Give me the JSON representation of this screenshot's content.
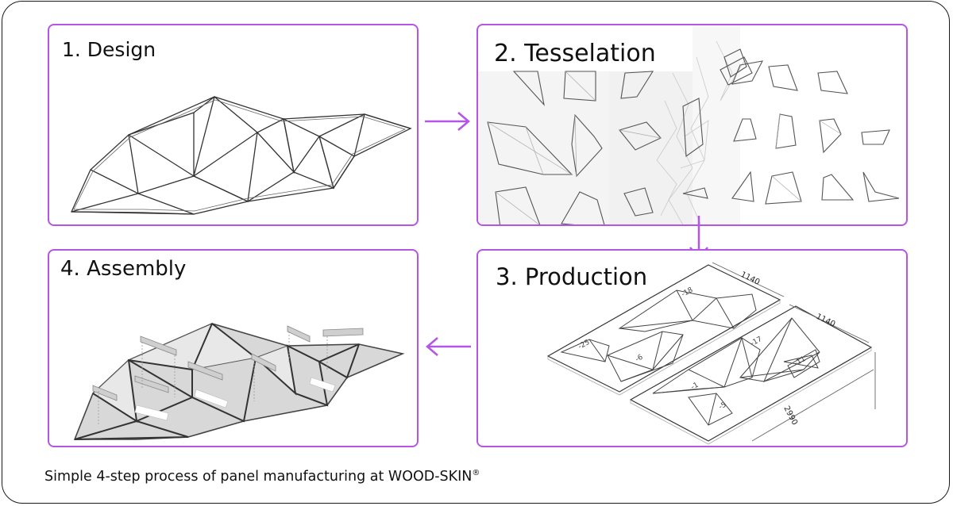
{
  "steps": [
    {
      "title": "1. Design"
    },
    {
      "title": "2. Tesselation"
    },
    {
      "title": "3. Production"
    },
    {
      "title": "4. Assembly"
    }
  ],
  "production_labels": {
    "dim_top": "1140",
    "dim_right": "1140",
    "dim_bottom": "2990",
    "part_a": "-18",
    "part_b": "-25",
    "part_c": "-6",
    "part_d": "-17",
    "part_e": "-11",
    "part_f": "-1",
    "part_g": "-5"
  },
  "caption": {
    "text": "Simple 4-step process of panel manufacturing at WOOD-SKIN",
    "mark": "®"
  },
  "colors": {
    "accent": "#b455e6",
    "line": "#2a2a2a"
  }
}
